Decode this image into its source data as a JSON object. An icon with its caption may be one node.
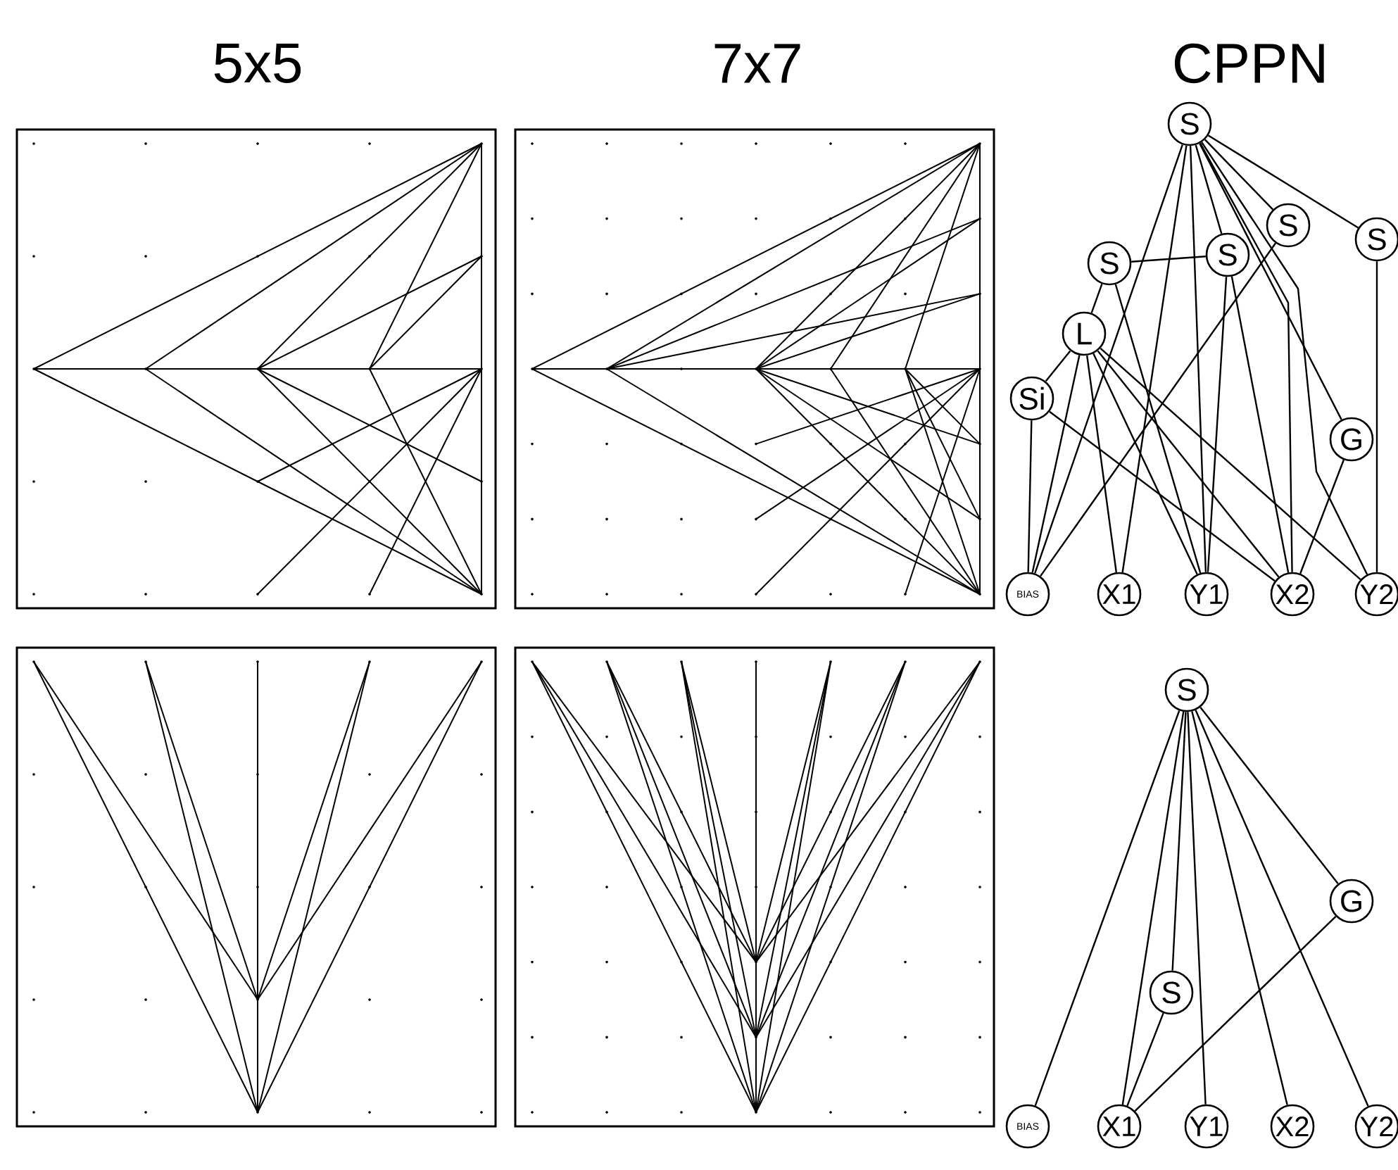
{
  "diagram": {
    "nodes": [
      {
        "text": [
          "S"
        ]
      },
      {
        "text": [
          "S"
        ]
      },
      {
        "text": [
          "S"
        ]
      },
      {
        "text": [
          "S"
        ]
      },
      {
        "text": [
          "S"
        ]
      },
      {
        "text": [
          "L"
        ]
      },
      {
        "text": [
          "Si"
        ]
      },
      {
        "text": [
          "G"
        ]
      },
      {
        "text": [
          "BIAS"
        ]
      },
      {
        "text": [
          "X1"
        ]
      },
      {
        "text": [
          "Y1"
        ]
      },
      {
        "text": [
          "X2"
        ]
      },
      {
        "text": [
          "Y2"
        ]
      },
      {
        "text": [
          "S"
        ]
      },
      {
        "text": [
          "G"
        ]
      },
      {
        "text": [
          "S"
        ]
      },
      {
        "text": [
          "BIAS"
        ]
      },
      {
        "text": [
          "X1"
        ]
      },
      {
        "text": [
          "Y1"
        ]
      },
      {
        "text": [
          "X2"
        ]
      },
      {
        "text": [
          "Y2"
        ]
      }
    ],
    "edges": [
      {
        "from": 0,
        "to": 2,
        "arrow": "none"
      },
      {
        "from": 0,
        "to": 1,
        "arrow": "none"
      },
      {
        "from": 0,
        "to": 3,
        "arrow": "none"
      },
      {
        "from": 0,
        "to": 8,
        "arrow": "none"
      },
      {
        "from": 0,
        "to": 9,
        "arrow": "none"
      },
      {
        "from": 0,
        "to": 10,
        "arrow": "none"
      },
      {
        "from": 0,
        "to": 11,
        "arrow": "none"
      },
      {
        "from": 0,
        "to": 7,
        "arrow": "none"
      },
      {
        "from": 0,
        "to": 12,
        "arrow": "none"
      },
      {
        "from": 4,
        "to": 3,
        "arrow": "none"
      },
      {
        "from": 4,
        "to": 5,
        "arrow": "none"
      },
      {
        "from": 4,
        "to": 10,
        "arrow": "none"
      },
      {
        "from": 3,
        "to": 10,
        "arrow": "none"
      },
      {
        "from": 3,
        "to": 11,
        "arrow": "none"
      },
      {
        "from": 1,
        "to": 8,
        "arrow": "none"
      },
      {
        "from": 2,
        "to": 12,
        "arrow": "none"
      },
      {
        "from": 5,
        "to": 6,
        "arrow": "none"
      },
      {
        "from": 5,
        "to": 8,
        "arrow": "none"
      },
      {
        "from": 5,
        "to": 9,
        "arrow": "none"
      },
      {
        "from": 5,
        "to": 10,
        "arrow": "none"
      },
      {
        "from": 5,
        "to": 11,
        "arrow": "none"
      },
      {
        "from": 5,
        "to": 12,
        "arrow": "none"
      },
      {
        "from": 6,
        "to": 8,
        "arrow": "none"
      },
      {
        "from": 6,
        "to": 11,
        "arrow": "none"
      },
      {
        "from": 7,
        "to": 11,
        "arrow": "none"
      },
      {
        "from": 13,
        "to": 16,
        "arrow": "none"
      },
      {
        "from": 13,
        "to": 17,
        "arrow": "none"
      },
      {
        "from": 13,
        "to": 15,
        "arrow": "none"
      },
      {
        "from": 13,
        "to": 18,
        "arrow": "none"
      },
      {
        "from": 13,
        "to": 19,
        "arrow": "none"
      },
      {
        "from": 13,
        "to": 20,
        "arrow": "none"
      },
      {
        "from": 13,
        "to": 14,
        "arrow": "none"
      },
      {
        "from": 15,
        "to": 17,
        "arrow": "none"
      },
      {
        "from": 14,
        "to": 17,
        "arrow": "none"
      }
    ],
    "labels": [
      "5x5",
      "7x7",
      "CPPN"
    ]
  }
}
